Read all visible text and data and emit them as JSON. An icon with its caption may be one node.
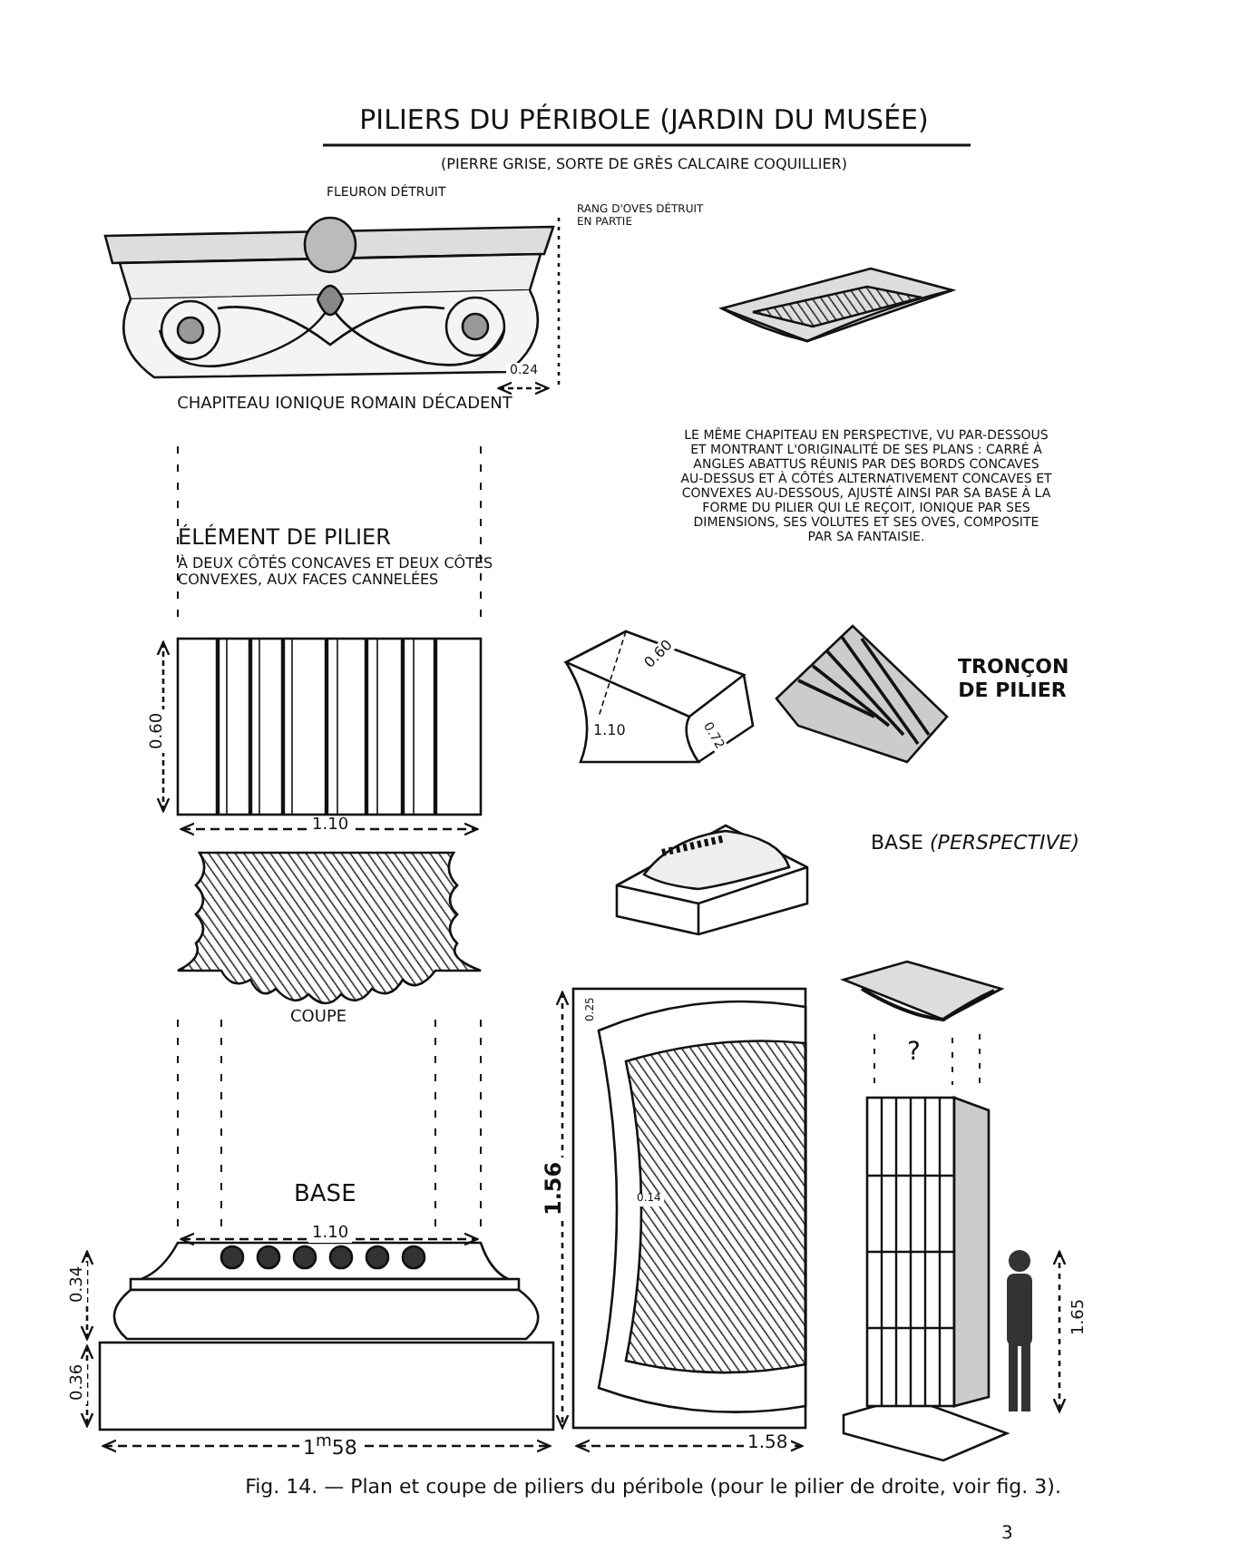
{
  "diagram": {
    "title": "PILIERS DU PÉRIBOLE (JARDIN DU MUSÉE)",
    "caption": "Fig. 14. — Plan et coupe de piliers du péribole (pour le pilier de droite, voir fig. 3).",
    "labels": [
      "(PIERRE GRISE, SORTE DE GRÈS CALCAIRE COQUILLIER)",
      "FLEURON DÉTRUIT",
      "RANG D'OVES DÉTRUIT EN PARTIE",
      "0.24",
      "CHAPITEAU IONIQUE ROMAIN DÉCADENT",
      "LE MÊME CHAPITEAU EN PERSPECTIVE, VU PAR-DESSOUS ET MONTRANT L'ORIGINALITÉ DE SES PLANS : CARRÉ À ANGLES ABATTUS RÉUNIS PAR DES BORDS CONCAVES AU-DESSUS ET À CÔTÉS ALTERNATIVEMENT CONCAVES ET CONVEXES AU-DESSOUS, AJUSTÉ AINSI PAR SA BASE À LA FORME DU PILIER QUI LE REÇOIT, IONIQUE PAR SES DIMENSIONS, SES VOLUTES ET SES OVES, COMPOSITE PAR SA FANTAISIE.",
      "ÉLÉMENT DE PILIER",
      "À DEUX CÔTÉS CONCAVES ET DEUX CÔTÉS CONVEXES, AUX FACES CANNELÉES",
      "0.60",
      "1.10",
      "0.72",
      "TRONÇON DE PILIER",
      "0.60",
      "1.10",
      "BASE *(PERSPECTIVE)*",
      "COUPE",
      "0.25",
      "?",
      "1.56",
      "0.14",
      "BASE",
      "1.10",
      "0.34",
      "1.65",
      "0.36",
      "1$^{m}$58",
      "1.58",
      "3"
    ]
  }
}
